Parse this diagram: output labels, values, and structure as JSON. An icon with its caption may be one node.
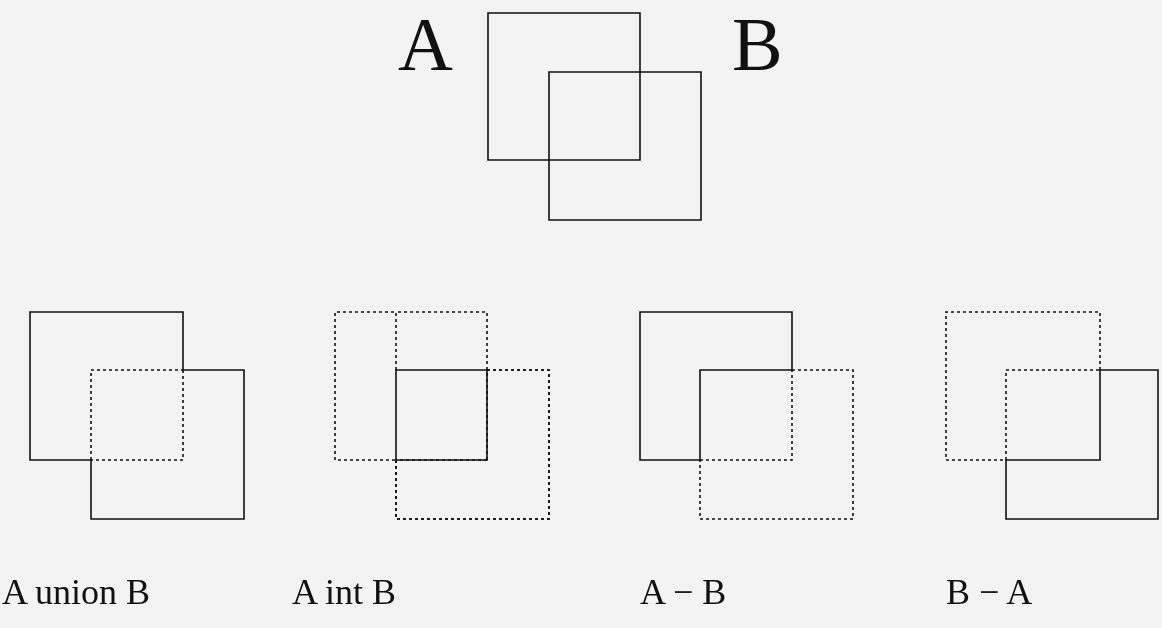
{
  "diagram": {
    "labels": [
      "A",
      "B",
      "A union B",
      "A int B",
      "A − B",
      "B − A"
    ]
  }
}
